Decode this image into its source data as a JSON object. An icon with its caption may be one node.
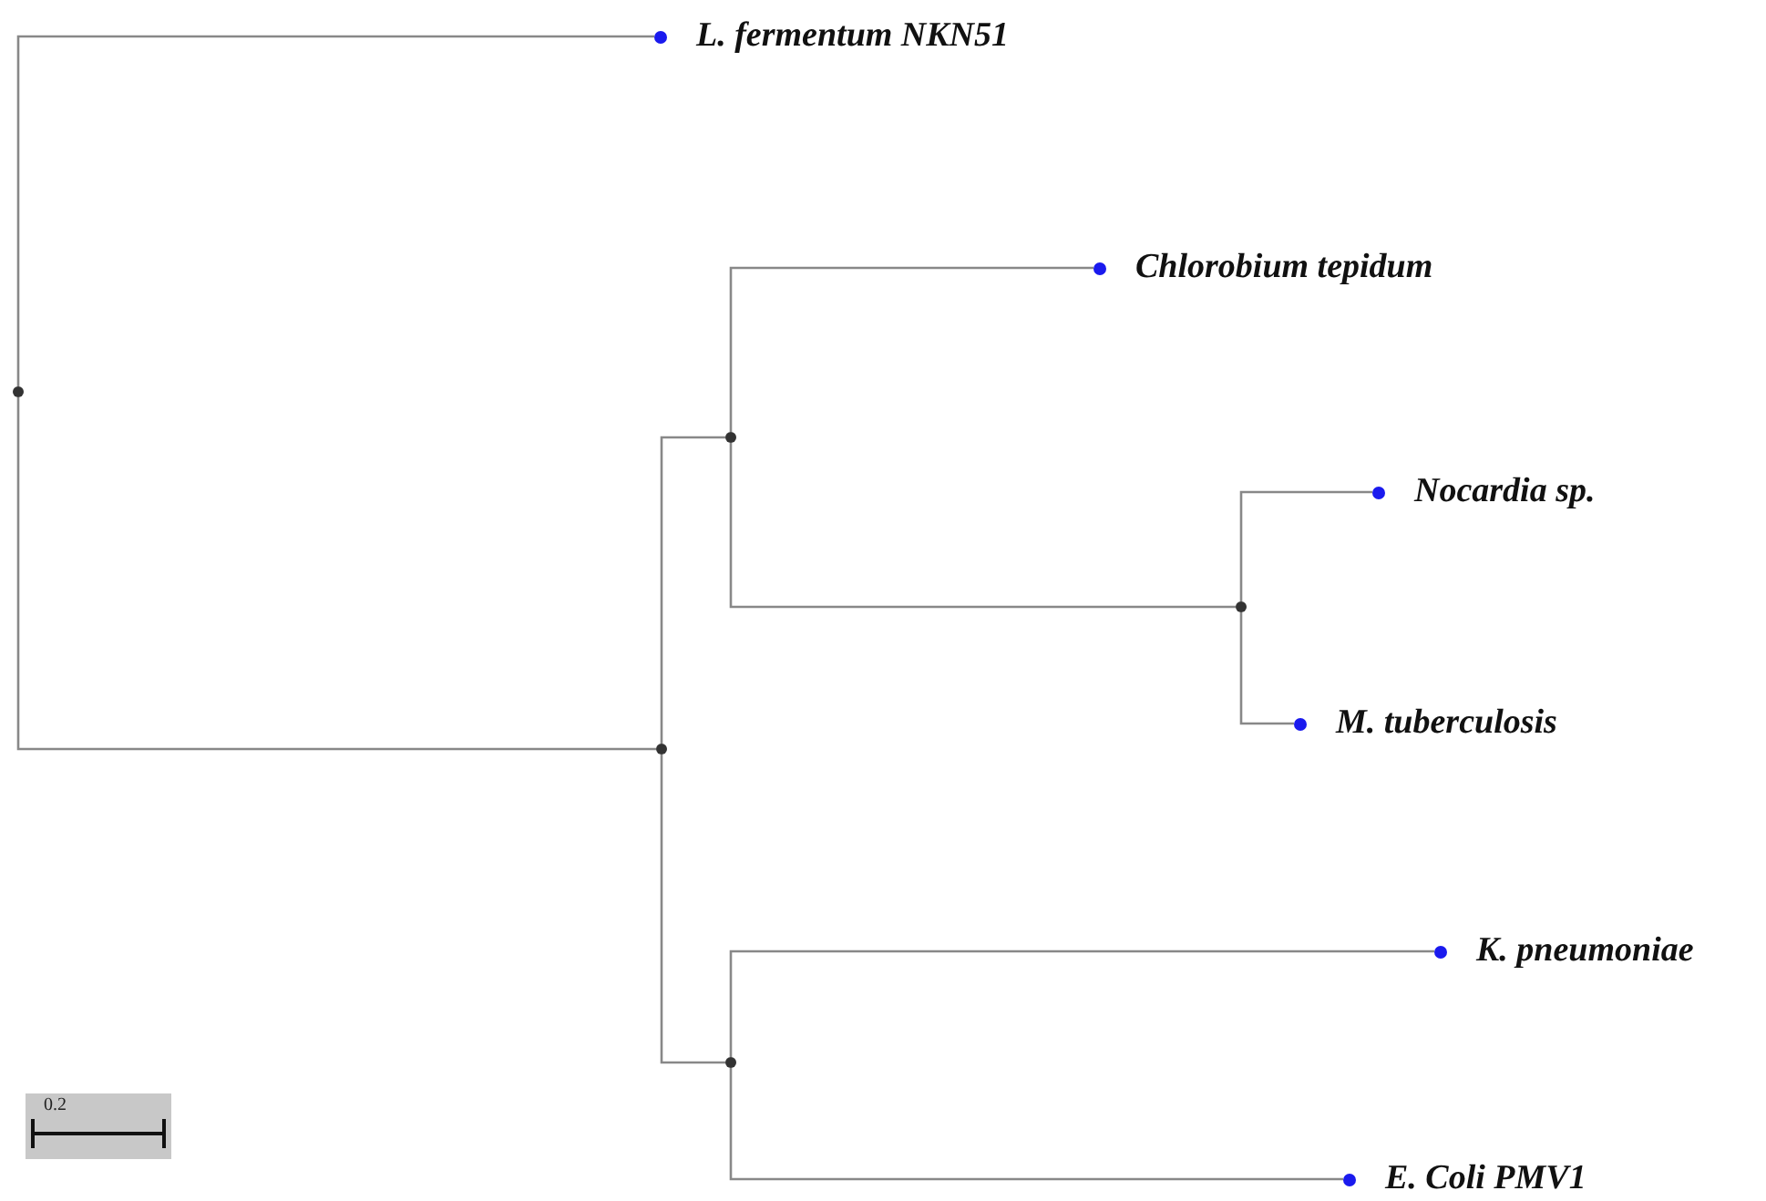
{
  "diagram": {
    "nodes": [
      {
        "text": [],
        "shape": "circle"
      },
      {
        "text": [
          "L. fermentum NKN51"
        ]
      },
      {
        "text": [],
        "shape": "circle"
      },
      {
        "text": [],
        "shape": "circle"
      },
      {
        "text": [
          "Chlorobium tepidum"
        ]
      },
      {
        "text": [],
        "shape": "circle"
      },
      {
        "text": [
          "Nocardia sp."
        ]
      },
      {
        "text": [
          "M. tuberculosis"
        ]
      },
      {
        "text": [],
        "shape": "circle"
      },
      {
        "text": [
          "K. pneumoniae"
        ]
      },
      {
        "text": [
          "E. Coli PMV1"
        ]
      }
    ],
    "edges": [
      {
        "from": 0,
        "to": 1,
        "arrow": "none"
      },
      {
        "from": 0,
        "to": 2,
        "arrow": "none"
      },
      {
        "from": 2,
        "to": 3,
        "arrow": "none"
      },
      {
        "from": 3,
        "to": 4,
        "arrow": "none"
      },
      {
        "from": 3,
        "to": 5,
        "arrow": "none"
      },
      {
        "from": 5,
        "to": 6,
        "arrow": "none"
      },
      {
        "from": 5,
        "to": 7,
        "arrow": "none"
      },
      {
        "from": 2,
        "to": 8,
        "arrow": "none"
      },
      {
        "from": 8,
        "to": 9,
        "arrow": "none"
      },
      {
        "from": 8,
        "to": 10,
        "arrow": "none"
      }
    ],
    "labels": [
      "0.2"
    ]
  }
}
